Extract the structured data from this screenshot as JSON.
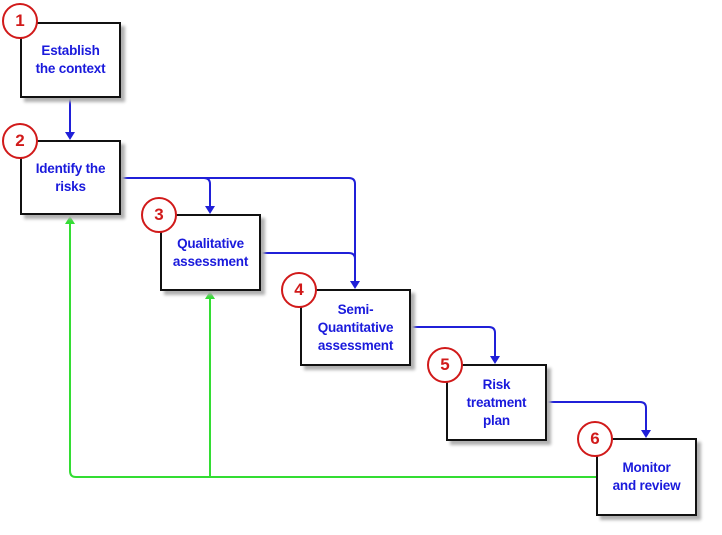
{
  "steps": [
    {
      "number": "1",
      "label": "Establish\nthe context"
    },
    {
      "number": "2",
      "label": "Identify the\nrisks"
    },
    {
      "number": "3",
      "label": "Qualitative\nassessment"
    },
    {
      "number": "4",
      "label": "Semi-\nQuantitative\nassessment"
    },
    {
      "number": "5",
      "label": "Risk\ntreatment\nplan"
    },
    {
      "number": "6",
      "label": "Monitor\nand review"
    }
  ],
  "colors": {
    "box_text": "#1a1adc",
    "badge": "#d11a1a",
    "forward_arrow": "#2020d8",
    "feedback_arrow": "#33dd33"
  }
}
